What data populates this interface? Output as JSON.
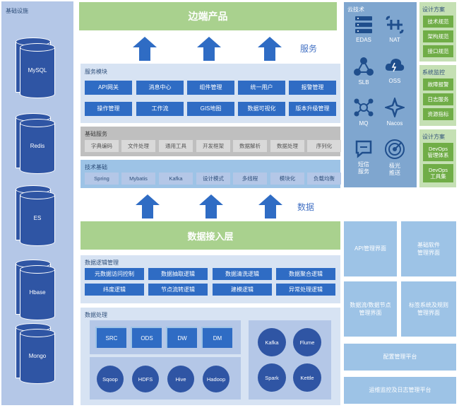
{
  "infra": {
    "title": "基础设施",
    "databases": [
      "MySQL",
      "Redis",
      "ES",
      "Hbase",
      "Mongo"
    ]
  },
  "edge": {
    "title": "边端产品"
  },
  "labels": {
    "service": "服务",
    "data": "数据"
  },
  "service_module": {
    "title": "服务模块",
    "row1": [
      "API网关",
      "消息中心",
      "组件管理",
      "统一用户",
      "报警管理"
    ],
    "row2": [
      "操作管理",
      "工作流",
      "GIS地图",
      "数据可视化",
      "版本升级管理"
    ]
  },
  "basic_service": {
    "title": "基础服务",
    "items": [
      "字典编码",
      "文件处理",
      "通用工具",
      "开发框架",
      "数据解析",
      "数据处理",
      "序列化"
    ]
  },
  "tech_base": {
    "title": "技术基础",
    "items": [
      "Spring",
      "Mybatis",
      "Kafka",
      "设计模式",
      "多线程",
      "模块化",
      "负载均衡"
    ]
  },
  "data_access": {
    "title": "数据接入层"
  },
  "data_logic": {
    "title": "数据逻辑管理",
    "row1": [
      "元数据访问控制",
      "数据抽取逻辑",
      "数据清洗逻辑",
      "数据聚合逻辑"
    ],
    "row2": [
      "纬度逻辑",
      "节点流转逻辑",
      "建模逻辑",
      "异常处理逻辑"
    ]
  },
  "data_processing": {
    "title": "数据处理",
    "layers": [
      "SRC",
      "ODS",
      "DW",
      "DM"
    ],
    "tools": [
      "Sqoop",
      "HDFS",
      "Hive",
      "Hadoop"
    ],
    "engines": [
      "Kafka",
      "Flume",
      "Spark",
      "Kettle"
    ]
  },
  "cloud": {
    "title": "云技术",
    "items": [
      {
        "label": "EDAS",
        "icon": "server-stack-icon"
      },
      {
        "label": "NAT",
        "icon": "gateway-icon"
      },
      {
        "label": "SLB",
        "icon": "network-nodes-icon"
      },
      {
        "label": "OSS",
        "icon": "cloud-storage-icon"
      },
      {
        "label": "MQ",
        "icon": "message-queue-icon"
      },
      {
        "label": "Nacos",
        "icon": "nacos-icon"
      },
      {
        "label": "短信\n服务",
        "icon": "sms-icon"
      },
      {
        "label": "极光\n推送",
        "icon": "radar-icon"
      }
    ]
  },
  "design1": {
    "title": "设计方案",
    "items": [
      "技术规范",
      "架构规范",
      "接口规范"
    ]
  },
  "monitor": {
    "title": "系统监控",
    "items": [
      "故障报警",
      "日志服务",
      "资源指标"
    ]
  },
  "design2": {
    "title": "设计方案",
    "items": [
      "DevOps\n管理体系",
      "DevOps\n工具集"
    ]
  },
  "mgmt": {
    "api": "API管理界面",
    "software": "基础软件\n管理界面",
    "dataflow": "数据流/数据节点\n管理界面",
    "tags": "标签系统及规则\n管理界面",
    "config": "配置管理平台",
    "ops": "运维监控及日志管理平台"
  },
  "colors": {
    "blue": "#2f6cc4",
    "navy": "#2f55a4",
    "green": "#a9d18e",
    "dark_green": "#70ad47",
    "steel": "#7fa6cf",
    "light_blue": "#9dc3e6"
  }
}
